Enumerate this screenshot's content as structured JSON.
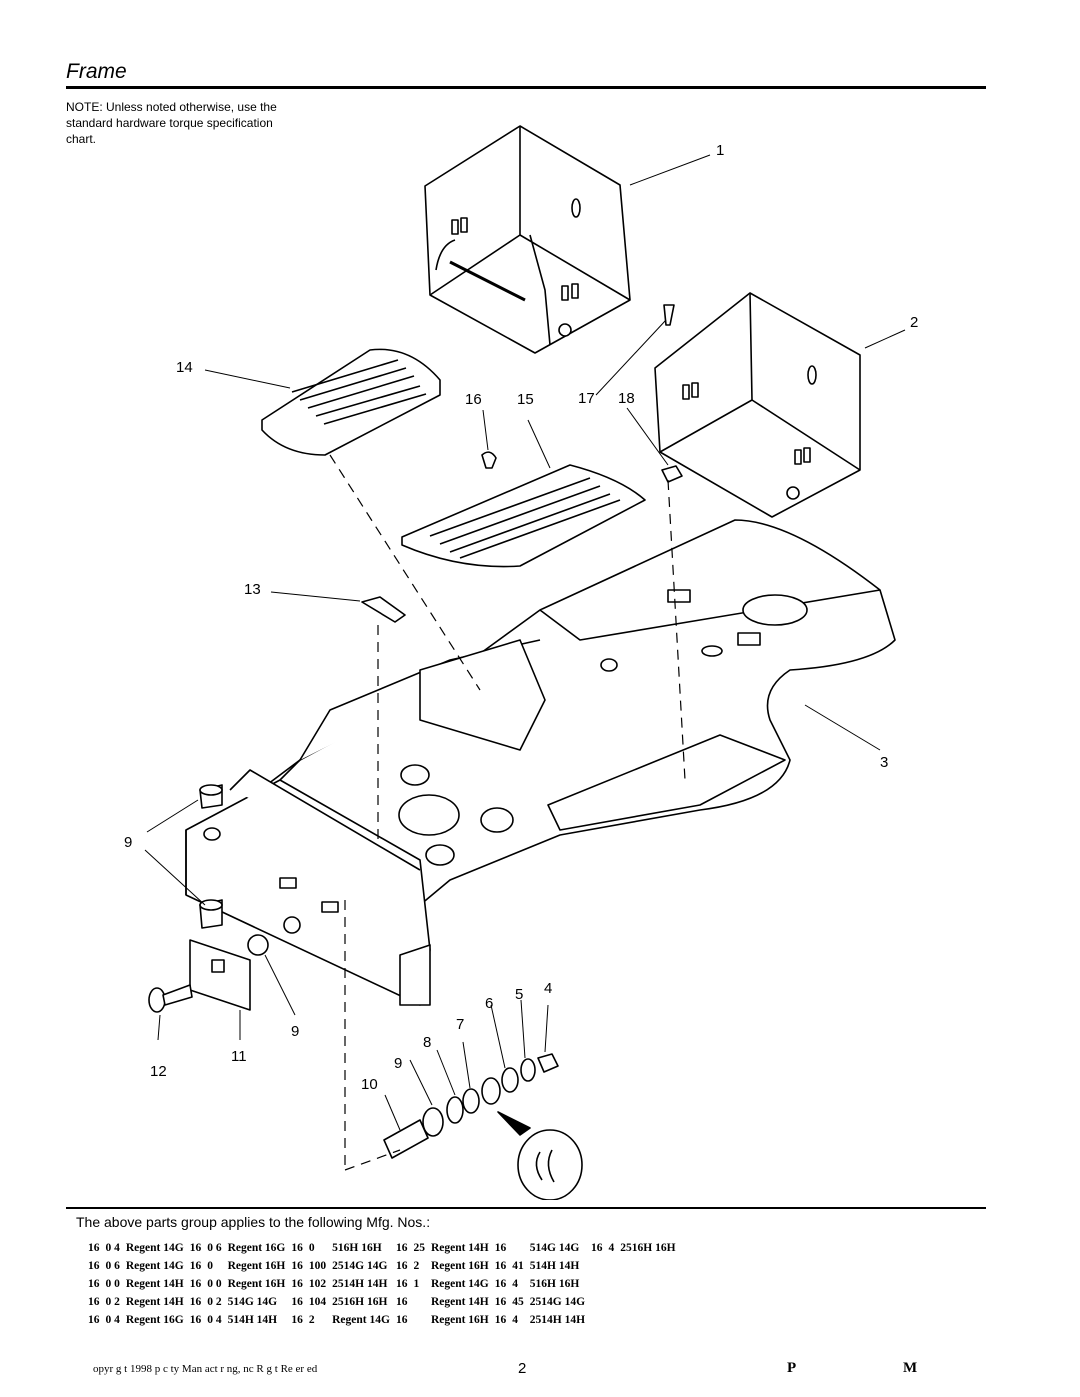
{
  "header": {
    "title": "Frame",
    "note": "NOTE: Unless noted otherwise, use the standard hardware torque specification chart."
  },
  "callouts": [
    "1",
    "2",
    "3",
    "4",
    "5",
    "6",
    "7",
    "8",
    "9",
    "9",
    "9",
    "10",
    "11",
    "12",
    "13",
    "14",
    "15",
    "16",
    "17",
    "18"
  ],
  "applies_text": "The above parts group applies to the following Mfg. Nos.:",
  "mfg_rows": [
    [
      "16",
      "0 4",
      "Regent 14G",
      "16",
      "0 6",
      "Regent 16G",
      "16",
      "0",
      "516H 16H",
      "16",
      "25",
      "Regent 14H",
      "16",
      "",
      "514G 14G",
      "16",
      "4",
      "2516H 16H"
    ],
    [
      "16",
      "0 6",
      "Regent 14G",
      "16",
      "0",
      "Regent 16H",
      "16",
      "100",
      "2514G 14G",
      "16",
      "2",
      "Regent 16H",
      "16",
      "41",
      "514H 14H",
      "",
      "",
      ""
    ],
    [
      "16",
      "0 0",
      "Regent 14H",
      "16",
      "0 0",
      "Regent 16H",
      "16",
      "102",
      "2514H 14H",
      "16",
      "1",
      "Regent 14G",
      "16",
      "4",
      "516H 16H",
      "",
      "",
      ""
    ],
    [
      "16",
      "0 2",
      "Regent 14H",
      "16",
      "0 2",
      "514G 14G",
      "16",
      "104",
      "2516H 16H",
      "16",
      "",
      "Regent 14H",
      "16",
      "45",
      "2514G 14G",
      "",
      "",
      ""
    ],
    [
      "16",
      "0 4",
      "Regent 16G",
      "16",
      "0 4",
      "514H 14H",
      "16",
      "2",
      "Regent 14G",
      "16",
      "",
      "Regent 16H",
      "16",
      "4",
      "2514H 14H",
      "",
      "",
      ""
    ]
  ],
  "footer": {
    "copyright": "opyr g t 1998     p c ty Man  act  r ng,  nc      R g t  Re er ed",
    "page": "2",
    "right_a": "P",
    "right_b": "M"
  }
}
